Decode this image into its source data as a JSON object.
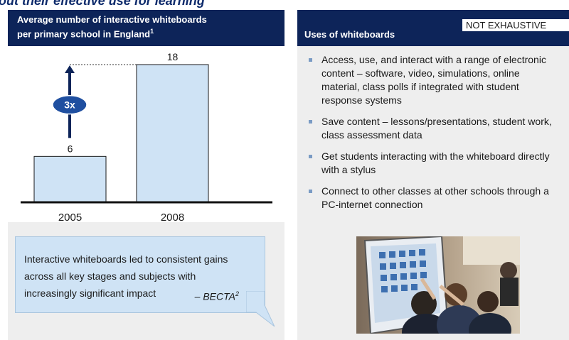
{
  "header": {
    "cut_title": "out their effective use for learning"
  },
  "left_panel": {
    "title_line1": "Average number of interactive whiteboards",
    "title_line2": "per primary school in England",
    "title_footnote": "1"
  },
  "chart_data": {
    "type": "bar",
    "categories": [
      "2005",
      "2008"
    ],
    "values": [
      6,
      18
    ],
    "data_labels": [
      "6",
      "18"
    ],
    "annotation": "3x",
    "colors": {
      "bar": "#cfe3f5",
      "bar_border": "#1a1a1a",
      "arrow": "#0d2459",
      "badge": "#1f4fa0"
    }
  },
  "quote": {
    "text": "Interactive whiteboards led to consistent gains across all key stages and subjects with increasingly significant impact",
    "source": "– BECTA",
    "source_footnote": "2"
  },
  "right_panel": {
    "title": "Uses of whiteboards",
    "badge": "NOT EXHAUSTIVE",
    "bullets": [
      "Access, use, and interact with a range of electronic content – software, video, simulations, online material, class polls if integrated with student response systems",
      "Save content – lessons/presentations, student work, class assessment data",
      "Get students interacting with the whiteboard directly with a stylus",
      "Connect to other classes at other schools through a PC-internet connection"
    ]
  },
  "colors": {
    "navy": "#0d2459",
    "panel_bg": "#eeeeee",
    "quote_bg": "#cfe3f5"
  }
}
